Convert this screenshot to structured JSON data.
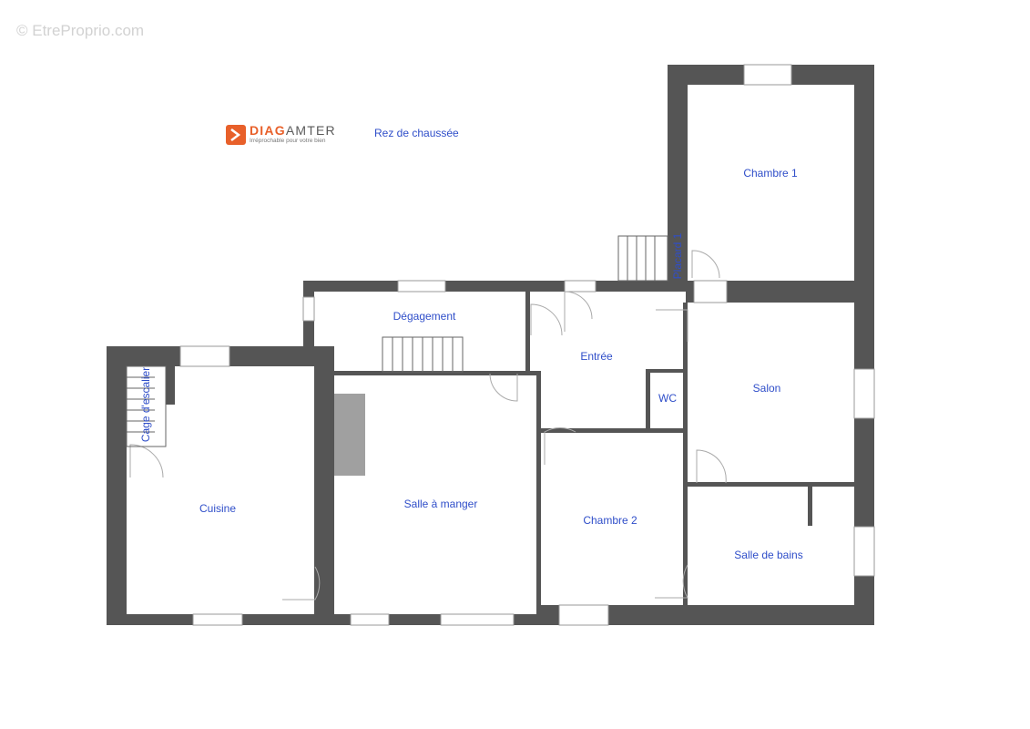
{
  "watermark": "© EtreProprio.com",
  "logo": {
    "name_bold": "DIAG",
    "name_light": "AMTER",
    "tagline": "Irréprochable pour votre bien"
  },
  "plan_title": "Rez de chaussée",
  "rooms": {
    "chambre1": "Chambre 1",
    "placard1": "Placard 1",
    "degagement": "Dégagement",
    "entree": "Entrée",
    "wc": "WC",
    "salon": "Salon",
    "cage_escalier": "Cage d'escalier",
    "cuisine": "Cuisine",
    "salle_a_manger": "Salle à manger",
    "chambre2": "Chambre 2",
    "salle_de_bains": "Salle de bains"
  },
  "colors": {
    "wall": "#555555",
    "label": "#2f4ec9",
    "logo_orange": "#e8602a",
    "appliance": "#a0a0a0"
  }
}
